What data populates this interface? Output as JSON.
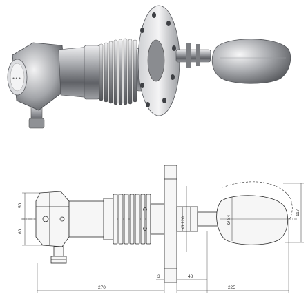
{
  "photo": {
    "description_icon": "float-level-switch-photo"
  },
  "drawing": {
    "dimensions": {
      "height_upper": "50",
      "height_lower": "60",
      "flange_dia": "Ø 120",
      "float_dia": "Ø 84",
      "float_swing": "117",
      "offset_small": "3",
      "flange_to_pivot": "48",
      "body_length": "270",
      "float_length": "225"
    }
  },
  "colors": {
    "steel_light": "#d9dadc",
    "steel_mid": "#9a9ca0",
    "steel_dark": "#4a4c50",
    "line": "#2a2a2a"
  }
}
